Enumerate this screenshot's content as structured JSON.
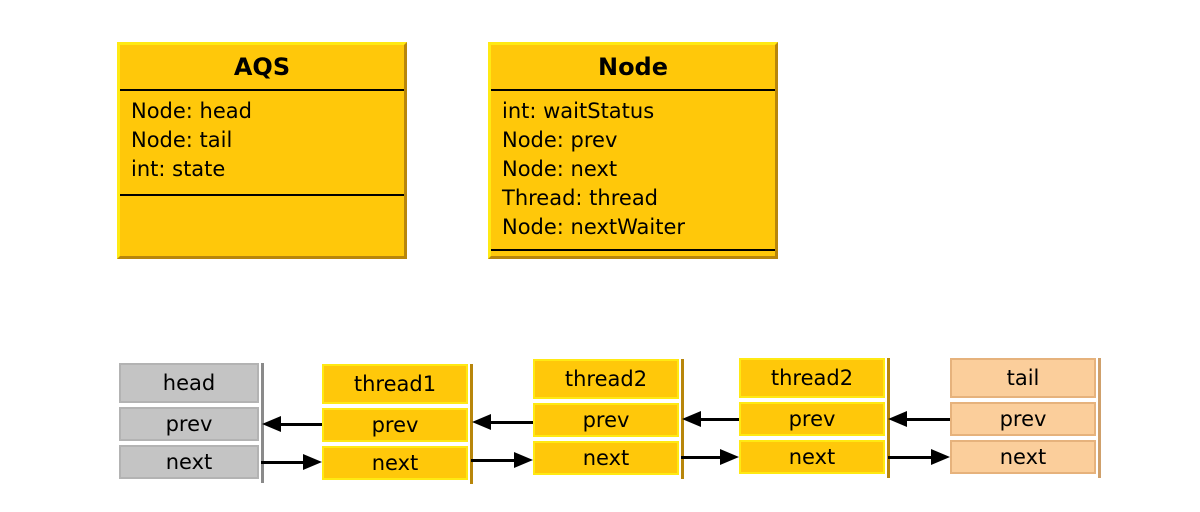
{
  "classes": [
    {
      "title": "AQS",
      "fields": [
        "Node: head",
        "Node: tail",
        "int: state"
      ]
    },
    {
      "title": "Node",
      "fields": [
        "int: waitStatus",
        "Node: prev",
        "Node: next",
        "Thread: thread",
        "Node: nextWaiter"
      ]
    }
  ],
  "nodes": [
    {
      "title": "head",
      "prev": "prev",
      "next": "next",
      "color": "gray"
    },
    {
      "title": "thread1",
      "prev": "prev",
      "next": "next",
      "color": "gold"
    },
    {
      "title": "thread2",
      "prev": "prev",
      "next": "next",
      "color": "gold"
    },
    {
      "title": "thread2",
      "prev": "prev",
      "next": "next",
      "color": "gold"
    },
    {
      "title": "tail",
      "prev": "prev",
      "next": "next",
      "color": "peach"
    }
  ],
  "colors": {
    "gold": "#FFC80A",
    "gold_border": "#FFE913",
    "gold_shadow": "#B8860B",
    "gray": "#C4C4C4",
    "gray_border": "#B3B3B3",
    "gray_shadow": "#8A8A8A",
    "peach": "#FBCE9B",
    "peach_border": "#E6B27C",
    "peach_shadow": "#CFA06B",
    "divider": "#000000",
    "arrow": "#000000"
  }
}
